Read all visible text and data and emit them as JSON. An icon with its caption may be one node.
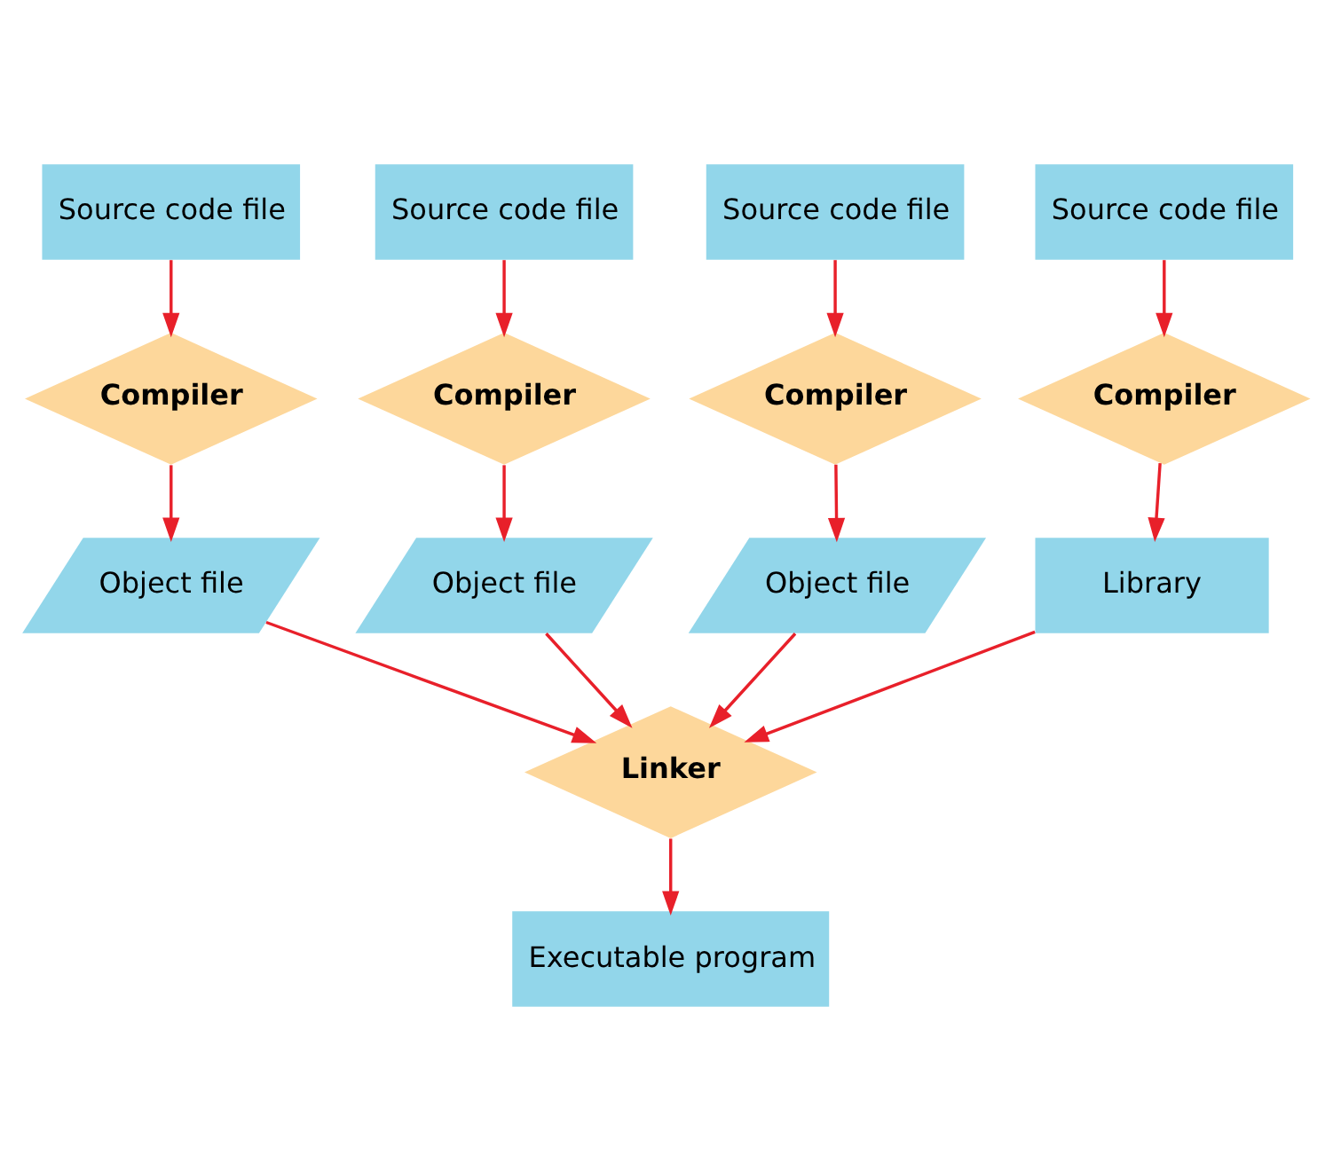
{
  "diagram": {
    "nodes": [
      {
        "text": [
          "Source code file"
        ]
      },
      {
        "text": [
          "Source code file"
        ]
      },
      {
        "text": [
          "Source code file"
        ]
      },
      {
        "text": [
          "Source code file"
        ]
      },
      {
        "text": [
          "Compiler"
        ]
      },
      {
        "text": [
          "Compiler"
        ]
      },
      {
        "text": [
          "Compiler"
        ]
      },
      {
        "text": [
          "Compiler"
        ]
      },
      {
        "text": [
          "Object file"
        ]
      },
      {
        "text": [
          "Object file"
        ]
      },
      {
        "text": [
          "Object file"
        ]
      },
      {
        "text": [
          "Library"
        ]
      },
      {
        "text": [
          "Linker"
        ]
      },
      {
        "text": [
          "Executable program"
        ]
      }
    ],
    "edges": [
      {
        "from": 0,
        "to": 4,
        "arrow": "to"
      },
      {
        "from": 4,
        "to": 8,
        "arrow": "to"
      },
      {
        "from": 1,
        "to": 5,
        "arrow": "to"
      },
      {
        "from": 5,
        "to": 9,
        "arrow": "to"
      },
      {
        "from": 2,
        "to": 6,
        "arrow": "to"
      },
      {
        "from": 6,
        "to": 10,
        "arrow": "to"
      },
      {
        "from": 3,
        "to": 7,
        "arrow": "to"
      },
      {
        "from": 7,
        "to": 11,
        "arrow": "to"
      },
      {
        "from": 8,
        "to": 12,
        "arrow": "to"
      },
      {
        "from": 9,
        "to": 12,
        "arrow": "to"
      },
      {
        "from": 10,
        "to": 12,
        "arrow": "to"
      },
      {
        "from": 11,
        "to": 12,
        "arrow": "to"
      },
      {
        "from": 12,
        "to": 13,
        "arrow": "to"
      }
    ]
  }
}
